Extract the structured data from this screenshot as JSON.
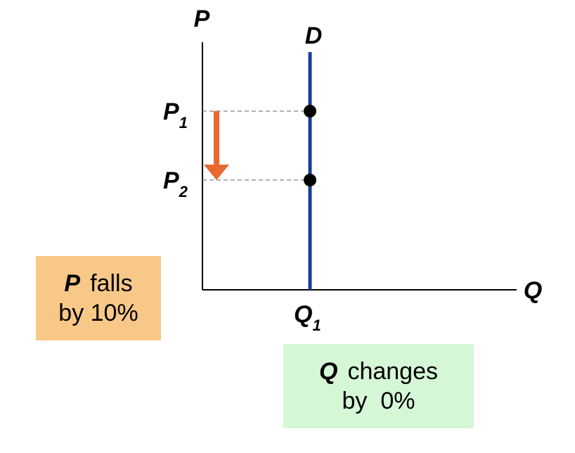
{
  "axes": {
    "y_label": "P",
    "x_label": "Q"
  },
  "curve": {
    "label": "D",
    "color": "#1a3d99"
  },
  "price_levels": [
    {
      "letter": "P",
      "sub": "1"
    },
    {
      "letter": "P",
      "sub": "2"
    }
  ],
  "quantity_level": {
    "letter": "Q",
    "sub": "1"
  },
  "arrow_color": "#e8692e",
  "price_box": {
    "var": "P",
    "text": "falls",
    "line2": "by 10%",
    "color": "#f8c888"
  },
  "quantity_box": {
    "var": "Q",
    "text": "changes",
    "line2": "by  0%",
    "color": "#d6f7d6"
  }
}
